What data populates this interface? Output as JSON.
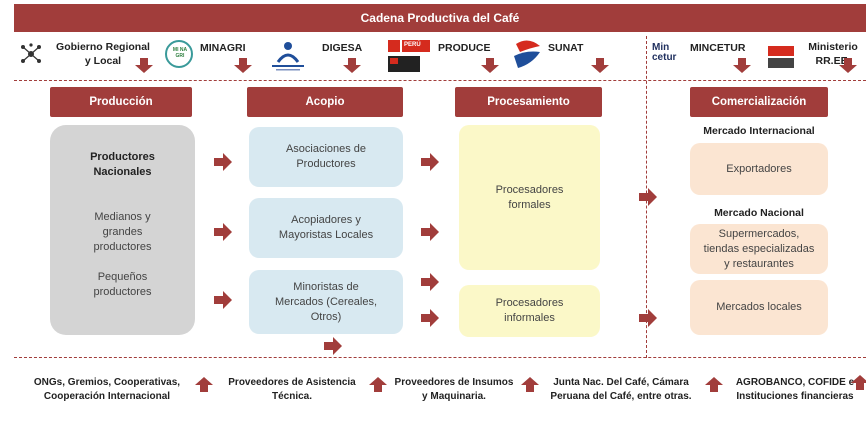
{
  "title": "Cadena Productiva del Café",
  "institutions": {
    "gobierno": "Gobierno Regional\ny Local",
    "minagri": "MINAGRI",
    "digesa": "DIGESA",
    "produce": "PRODUCE",
    "sunat": "SUNAT",
    "mincetur": "MINCETUR",
    "ministerio": "Ministerio\nRR.EE."
  },
  "stages": {
    "produccion": "Producción",
    "acopio": "Acopio",
    "procesamiento": "Procesamiento",
    "comercializacion": "Comercialización"
  },
  "produccion": {
    "nacionales": "Productores\nNacionales",
    "medianos": "Medianos y\ngrandes\nproductores",
    "pequenos": "Pequeños\nproductores"
  },
  "acopio": {
    "asociaciones": "Asociaciones de\nProductores",
    "acopiadores": "Acopiadores y\nMayoristas Locales",
    "minoristas": "Minoristas de\nMercados (Cereales,\nOtros)"
  },
  "procesamiento": {
    "formales": "Procesadores\nformales",
    "informales": "Procesadores\ninformales"
  },
  "comercializacion": {
    "internacional_label": "Mercado Internacional",
    "exportadores": "Exportadores",
    "nacional_label": "Mercado Nacional",
    "supermercados": "Supermercados,\ntiendas especializadas\ny restaurantes",
    "locales": "Mercados locales"
  },
  "support": {
    "ongs": "ONGs, Gremios, Cooperativas,\nCooperación Internacional",
    "asistencia": "Proveedores de Asistencia\nTécnica.",
    "insumos": "Proveedores de Insumos\ny Maquinaria.",
    "junta": "Junta Nac. Del Café, Cámara\nPeruana del Café, entre otras.",
    "agrobanco": "AGROBANCO, COFIDE e\nInstituciones financieras"
  },
  "logos": {
    "minagri_logo": "MI NA GRI",
    "mincetur_logo": "Min cetur",
    "peru": "PERÚ"
  },
  "colors": {
    "accent": "#a13d3b",
    "blue_box": "#d8e9f1",
    "yellow_box": "#fbf8c8",
    "peach_box": "#fbe5d2",
    "gray_box": "#d4d4d4"
  }
}
